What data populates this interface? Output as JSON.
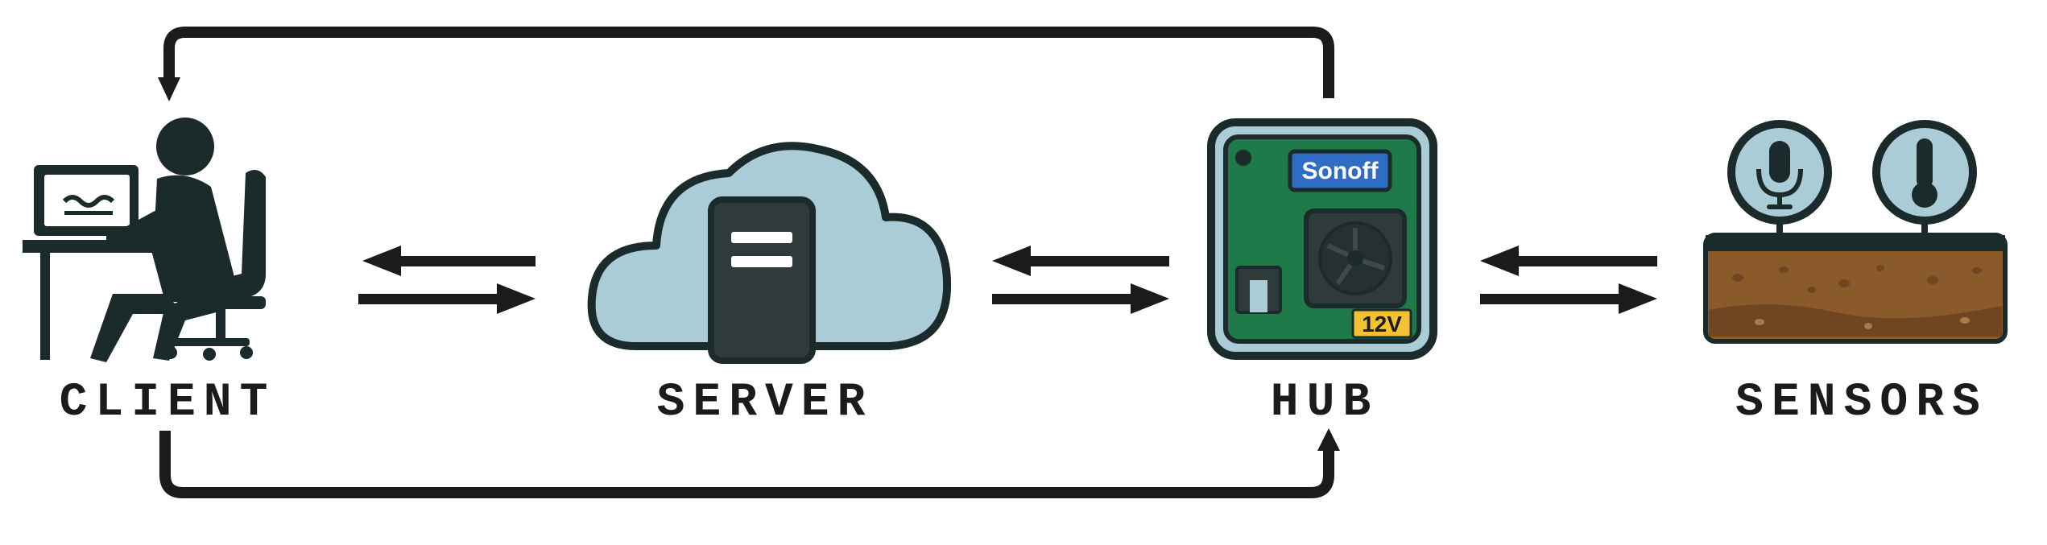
{
  "nodes": {
    "client": {
      "label": "CLIENT",
      "icon": "person-at-computer-icon"
    },
    "server": {
      "label": "SERVER",
      "icon": "cloud-server-icon"
    },
    "hub": {
      "label": "HUB",
      "icon": "sonoff-hub-icon",
      "brand": "Sonoff",
      "voltage": "12V"
    },
    "sensors": {
      "label": "SENSORS",
      "icon": "soil-sensors-icon"
    }
  },
  "connections": [
    {
      "from": "client",
      "to": "server",
      "type": "bidirectional"
    },
    {
      "from": "server",
      "to": "hub",
      "type": "bidirectional"
    },
    {
      "from": "hub",
      "to": "sensors",
      "type": "bidirectional"
    },
    {
      "from": "hub",
      "to": "client",
      "type": "direct-loop-top"
    },
    {
      "from": "client",
      "to": "hub",
      "type": "direct-loop-bottom"
    }
  ],
  "colors": {
    "ink": "#1b1b1b",
    "cloud": "#a9ccd6",
    "board": "#1f7a4a",
    "brand_badge": "#2f6cc4",
    "voltage_badge": "#f2c230",
    "soil": "#8b5a2b",
    "sensor_face": "#a9ccd6"
  }
}
